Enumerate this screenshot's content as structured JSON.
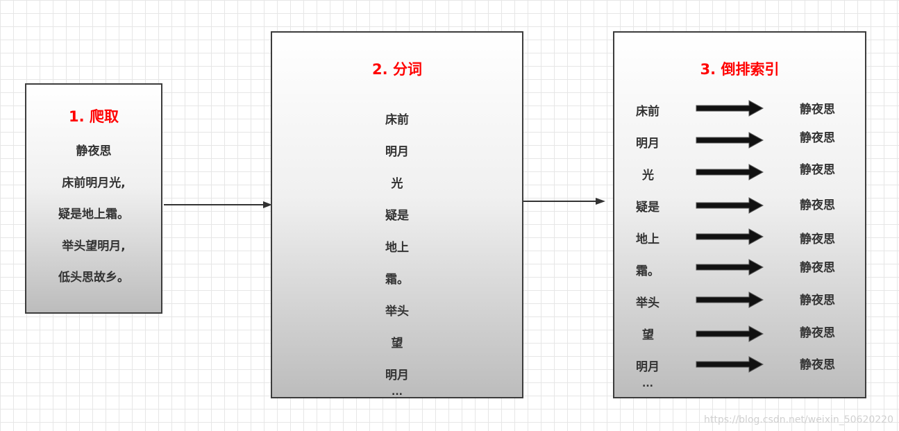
{
  "box1": {
    "title": "1. 爬取",
    "lines": [
      "静夜思",
      "床前明月光,",
      "疑是地上霜。",
      "举头望明月,",
      "低头思故乡。"
    ]
  },
  "box2": {
    "title": "2. 分词",
    "tokens": [
      "床前",
      "明月",
      "光",
      "疑是",
      "地上",
      "霜。",
      "举头",
      "望",
      "明月",
      "..."
    ]
  },
  "box3": {
    "title": "3. 倒排索引",
    "rows": [
      {
        "term": "床前",
        "doc": "静夜思"
      },
      {
        "term": "明月",
        "doc": "静夜思"
      },
      {
        "term": "光",
        "doc": "静夜思"
      },
      {
        "term": "疑是",
        "doc": "静夜思"
      },
      {
        "term": "地上",
        "doc": "静夜思"
      },
      {
        "term": "霜。",
        "doc": "静夜思"
      },
      {
        "term": "举头",
        "doc": "静夜思"
      },
      {
        "term": "望",
        "doc": "静夜思"
      },
      {
        "term": "明月",
        "doc": "静夜思"
      }
    ],
    "more": "..."
  },
  "watermark": "https://blog.csdn.net/weixin_50620220",
  "colors": {
    "title": "#ff0000",
    "text": "#333333",
    "border": "#3c3c3c",
    "arrow": "#111111"
  }
}
